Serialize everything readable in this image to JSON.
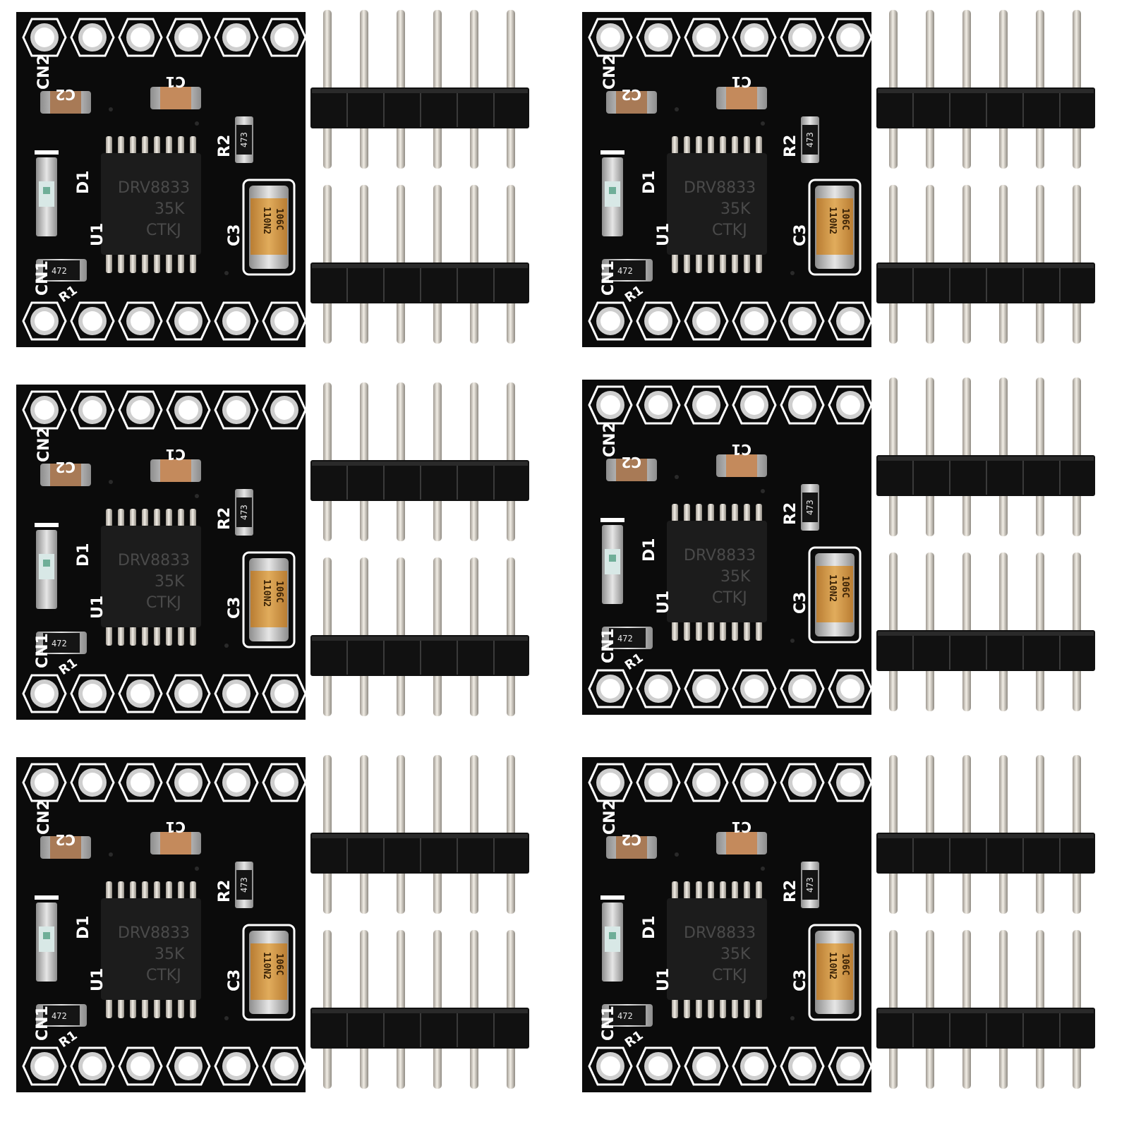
{
  "board": {
    "silkscreen": {
      "cn1": "CN1",
      "cn2": "CN2",
      "r1": "R1",
      "r2": "R2",
      "c2": "C2",
      "c1": "C1",
      "c3": "C3",
      "d1": "D1",
      "u1": "U1"
    },
    "chip_marking": [
      "DRV8833",
      "35K",
      "CTKJ"
    ],
    "resistor_r1_code": "472",
    "resistor_r2_code": "473",
    "tantalum_marking": [
      "106C",
      "110N2"
    ]
  },
  "colors": {
    "pcb": "#0b0b0b",
    "silkscreen": "#ffffff",
    "pin_metal": "#d4cec2",
    "header_plastic": "#111111",
    "ceramic_cap": "#a87a56",
    "tantalum_cap": "#d49a4a"
  }
}
